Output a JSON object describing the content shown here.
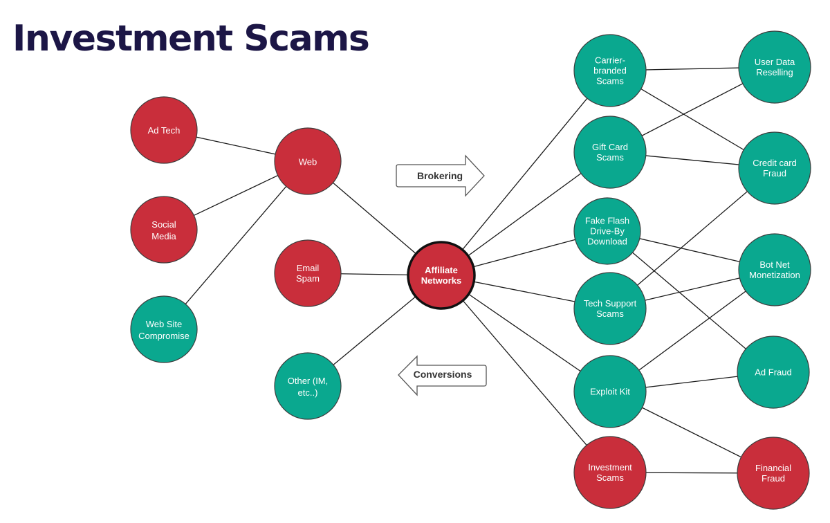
{
  "title": "Investment Scams",
  "colors": {
    "red": "#c92e3b",
    "teal": "#0aa88f",
    "title": "#1c1646"
  },
  "arrows": {
    "brokering": "Brokering",
    "conversions": "Conversions"
  },
  "nodes": [
    {
      "id": "ad-tech",
      "color": "red",
      "lines": [
        "Ad Tech"
      ]
    },
    {
      "id": "social-media",
      "color": "red",
      "lines": [
        "Social",
        "Media"
      ]
    },
    {
      "id": "web-site-compromise",
      "color": "teal",
      "lines": [
        "Web Site",
        "Compromise"
      ]
    },
    {
      "id": "web",
      "color": "red",
      "lines": [
        "Web"
      ]
    },
    {
      "id": "email-spam",
      "color": "red",
      "lines": [
        "Email",
        "Spam"
      ]
    },
    {
      "id": "other",
      "color": "teal",
      "lines": [
        "Other (IM,",
        "etc..)"
      ]
    },
    {
      "id": "affiliate-networks",
      "color": "red",
      "lines": [
        "Affiliate",
        "Networks"
      ]
    },
    {
      "id": "carrier-branded-scams",
      "color": "teal",
      "lines": [
        "Carrier-",
        "branded",
        "Scams"
      ]
    },
    {
      "id": "gift-card-scams",
      "color": "teal",
      "lines": [
        "Gift Card",
        "Scams"
      ]
    },
    {
      "id": "fake-flash-download",
      "color": "teal",
      "lines": [
        "Fake Flash",
        "Drive-By",
        "Download"
      ]
    },
    {
      "id": "tech-support-scams",
      "color": "teal",
      "lines": [
        "Tech Support",
        "Scams"
      ]
    },
    {
      "id": "exploit-kit",
      "color": "teal",
      "lines": [
        "Exploit Kit"
      ]
    },
    {
      "id": "investment-scams",
      "color": "red",
      "lines": [
        "Investment",
        "Scams"
      ]
    },
    {
      "id": "user-data-reselling",
      "color": "teal",
      "lines": [
        "User Data",
        "Reselling"
      ]
    },
    {
      "id": "credit-card-fraud",
      "color": "teal",
      "lines": [
        "Credit card",
        "Fraud"
      ]
    },
    {
      "id": "bot-net-monetization",
      "color": "teal",
      "lines": [
        "Bot Net",
        "Monetization"
      ]
    },
    {
      "id": "ad-fraud",
      "color": "teal",
      "lines": [
        "Ad Fraud"
      ]
    },
    {
      "id": "financial-fraud",
      "color": "red",
      "lines": [
        "Financial",
        "Fraud"
      ]
    }
  ],
  "edges": [
    [
      "ad-tech",
      "web"
    ],
    [
      "social-media",
      "web"
    ],
    [
      "web-site-compromise",
      "web"
    ],
    [
      "web",
      "affiliate-networks"
    ],
    [
      "email-spam",
      "affiliate-networks"
    ],
    [
      "other",
      "affiliate-networks"
    ],
    [
      "affiliate-networks",
      "carrier-branded-scams"
    ],
    [
      "affiliate-networks",
      "gift-card-scams"
    ],
    [
      "affiliate-networks",
      "fake-flash-download"
    ],
    [
      "affiliate-networks",
      "tech-support-scams"
    ],
    [
      "affiliate-networks",
      "exploit-kit"
    ],
    [
      "affiliate-networks",
      "investment-scams"
    ],
    [
      "carrier-branded-scams",
      "user-data-reselling"
    ],
    [
      "carrier-branded-scams",
      "credit-card-fraud"
    ],
    [
      "gift-card-scams",
      "user-data-reselling"
    ],
    [
      "gift-card-scams",
      "credit-card-fraud"
    ],
    [
      "fake-flash-download",
      "bot-net-monetization"
    ],
    [
      "fake-flash-download",
      "ad-fraud"
    ],
    [
      "tech-support-scams",
      "credit-card-fraud"
    ],
    [
      "tech-support-scams",
      "bot-net-monetization"
    ],
    [
      "exploit-kit",
      "bot-net-monetization"
    ],
    [
      "exploit-kit",
      "ad-fraud"
    ],
    [
      "exploit-kit",
      "financial-fraud"
    ],
    [
      "investment-scams",
      "financial-fraud"
    ]
  ]
}
